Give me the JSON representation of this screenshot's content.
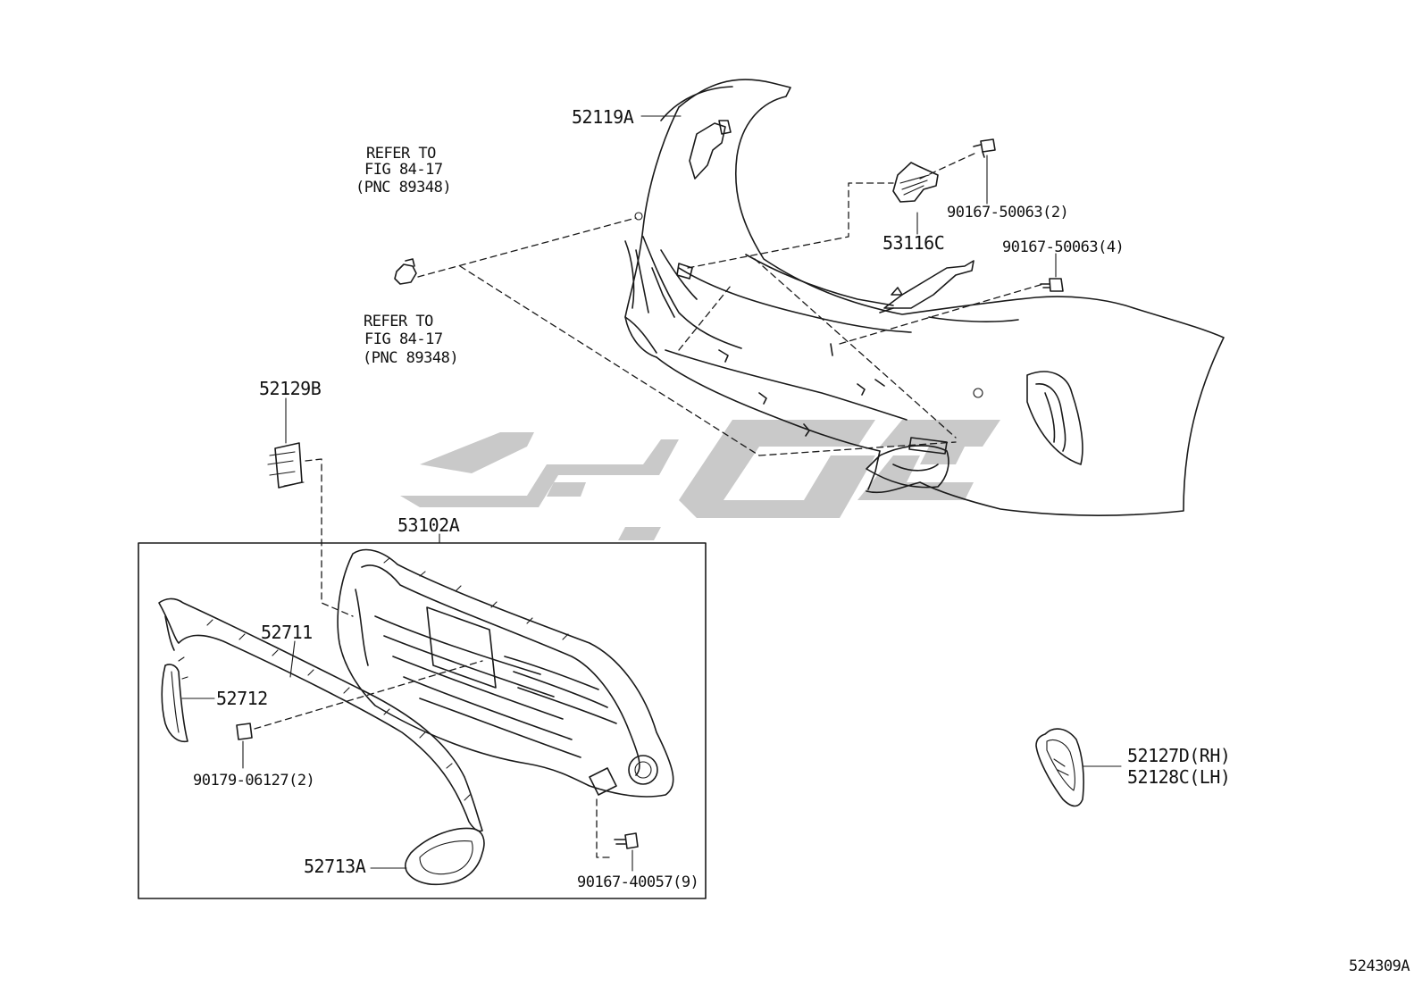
{
  "diagram": {
    "labels": {
      "bumper_cover": "52119A",
      "refer_top_line1": "REFER TO",
      "refer_top_line2": "FIG 84-17",
      "refer_top_line3": "(PNC 89348)",
      "refer_mid_line1": "REFER TO",
      "refer_mid_line2": "FIG 84-17",
      "refer_mid_line3": "(PNC 89348)",
      "screw_top": "90167-50063(2)",
      "bracket": "53116C",
      "screw_right": "90167-50063(4)",
      "retainer": "52129B",
      "grille_assy": "53102A",
      "molding_upper": "52711",
      "molding_side": "52712",
      "nut": "90179-06127(2)",
      "molding_lower": "52713A",
      "screw_grille": "90167-40057(9)",
      "cover_rh": "52127D(RH)",
      "cover_lh": "52128C(LH)",
      "figure_id": "524309A"
    },
    "icons": {
      "watermark": "logo-watermark",
      "parts": [
        "bumper-cover-icon",
        "bracket-icon",
        "screw-icon",
        "clip-icon",
        "retainer-icon",
        "grille-icon",
        "molding-icon",
        "nut-icon",
        "side-cover-icon"
      ]
    }
  }
}
